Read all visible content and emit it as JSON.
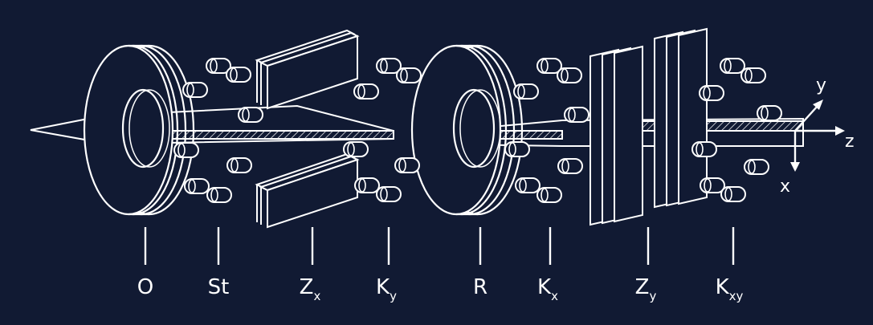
{
  "colors": {
    "background": "#111a33",
    "line": "#ffffff"
  },
  "axes": {
    "x": "x",
    "y": "y",
    "z": "z"
  },
  "labels": [
    {
      "id": "O",
      "main": "O",
      "sub": ""
    },
    {
      "id": "St",
      "main": "St",
      "sub": ""
    },
    {
      "id": "Zx",
      "main": "Z",
      "sub": "x"
    },
    {
      "id": "Ky",
      "main": "K",
      "sub": "y"
    },
    {
      "id": "R",
      "main": "R",
      "sub": ""
    },
    {
      "id": "Kx",
      "main": "K",
      "sub": "x"
    },
    {
      "id": "Zy",
      "main": "Z",
      "sub": "y"
    },
    {
      "id": "Kxy",
      "main": "K",
      "sub": "xy"
    }
  ]
}
